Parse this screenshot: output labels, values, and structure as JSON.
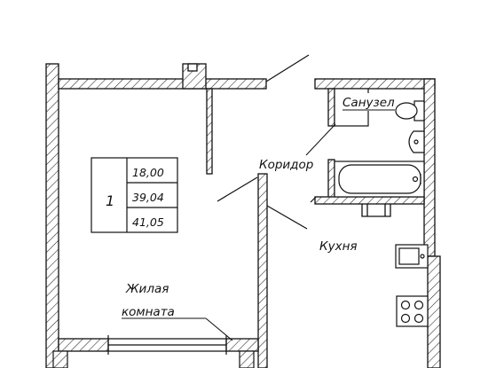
{
  "apartment": {
    "rooms_count": "1",
    "living_area": "18,00",
    "total_area": "39,04",
    "total_area_with_balcony": "41,05"
  },
  "rooms": {
    "living_line1": "Жилая",
    "living_line2": "комната",
    "corridor": "Коридор",
    "kitchen": "Кухня",
    "bathroom": "Санузел"
  }
}
